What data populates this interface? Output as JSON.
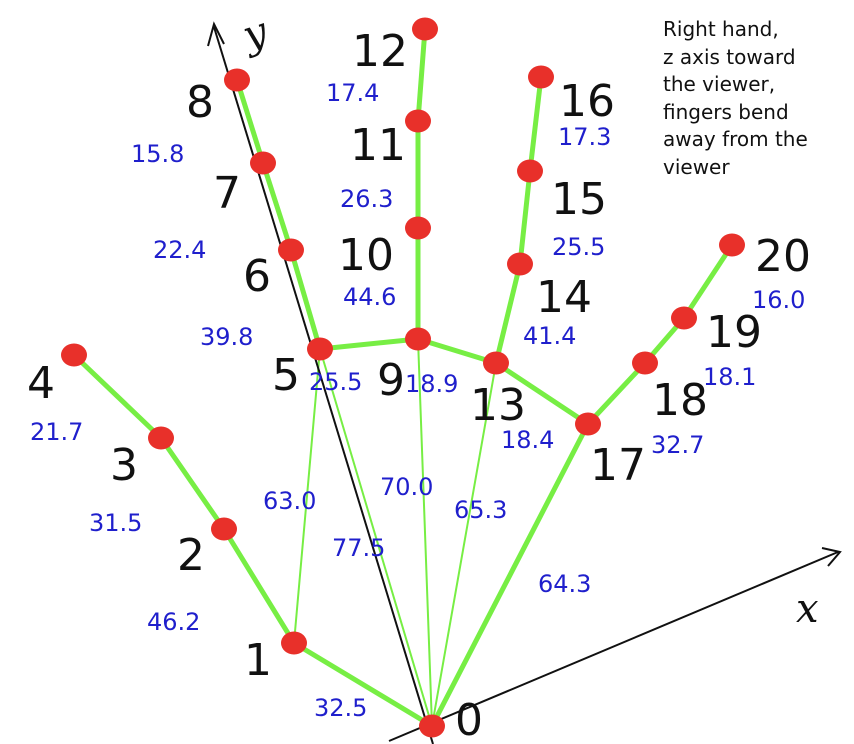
{
  "note": {
    "lines": [
      "Right hand,",
      "z axis toward",
      "the viewer,",
      "fingers bend",
      "away from the",
      "viewer"
    ]
  },
  "axes": {
    "x_label": "x",
    "y_label": "y"
  },
  "landmarks": [
    {
      "id": 0,
      "label": "0"
    },
    {
      "id": 1,
      "label": "1"
    },
    {
      "id": 2,
      "label": "2"
    },
    {
      "id": 3,
      "label": "3"
    },
    {
      "id": 4,
      "label": "4"
    },
    {
      "id": 5,
      "label": "5"
    },
    {
      "id": 6,
      "label": "6"
    },
    {
      "id": 7,
      "label": "7"
    },
    {
      "id": 8,
      "label": "8"
    },
    {
      "id": 9,
      "label": "9"
    },
    {
      "id": 10,
      "label": "10"
    },
    {
      "id": 11,
      "label": "11"
    },
    {
      "id": 12,
      "label": "12"
    },
    {
      "id": 13,
      "label": "13"
    },
    {
      "id": 14,
      "label": "14"
    },
    {
      "id": 15,
      "label": "15"
    },
    {
      "id": 16,
      "label": "16"
    },
    {
      "id": 17,
      "label": "17"
    },
    {
      "id": 18,
      "label": "18"
    },
    {
      "id": 19,
      "label": "19"
    },
    {
      "id": 20,
      "label": "20"
    }
  ],
  "segments": [
    {
      "from": 0,
      "to": 1,
      "length": "32.5"
    },
    {
      "from": 1,
      "to": 2,
      "length": "46.2"
    },
    {
      "from": 2,
      "to": 3,
      "length": "31.5"
    },
    {
      "from": 3,
      "to": 4,
      "length": "21.7"
    },
    {
      "from": 5,
      "to": 6,
      "length": "39.8"
    },
    {
      "from": 6,
      "to": 7,
      "length": "22.4"
    },
    {
      "from": 7,
      "to": 8,
      "length": "15.8"
    },
    {
      "from": 9,
      "to": 10,
      "length": "44.6"
    },
    {
      "from": 10,
      "to": 11,
      "length": "26.3"
    },
    {
      "from": 11,
      "to": 12,
      "length": "17.4"
    },
    {
      "from": 13,
      "to": 14,
      "length": "41.4"
    },
    {
      "from": 14,
      "to": 15,
      "length": "25.5"
    },
    {
      "from": 15,
      "to": 16,
      "length": "17.3"
    },
    {
      "from": 17,
      "to": 18,
      "length": "32.7"
    },
    {
      "from": 18,
      "to": 19,
      "length": "18.1"
    },
    {
      "from": 19,
      "to": 20,
      "length": "16.0"
    },
    {
      "from": 5,
      "to": 9,
      "length": "25.5"
    },
    {
      "from": 9,
      "to": 13,
      "length": "18.9"
    },
    {
      "from": 13,
      "to": 17,
      "length": "18.4"
    },
    {
      "from": 0,
      "to": 17,
      "length": "64.3"
    },
    {
      "from": 1,
      "to": 5,
      "length": "63.0",
      "thin": true
    },
    {
      "from": 0,
      "to": 5,
      "length": "77.5",
      "thin": true
    },
    {
      "from": 0,
      "to": 9,
      "length": "70.0",
      "thin": true
    },
    {
      "from": 0,
      "to": 13,
      "length": "65.3",
      "thin": true
    }
  ],
  "colors": {
    "bone": "#77ee44",
    "joint": "#e8302a",
    "axis": "#111111",
    "length_text": "#1f1fcc"
  }
}
